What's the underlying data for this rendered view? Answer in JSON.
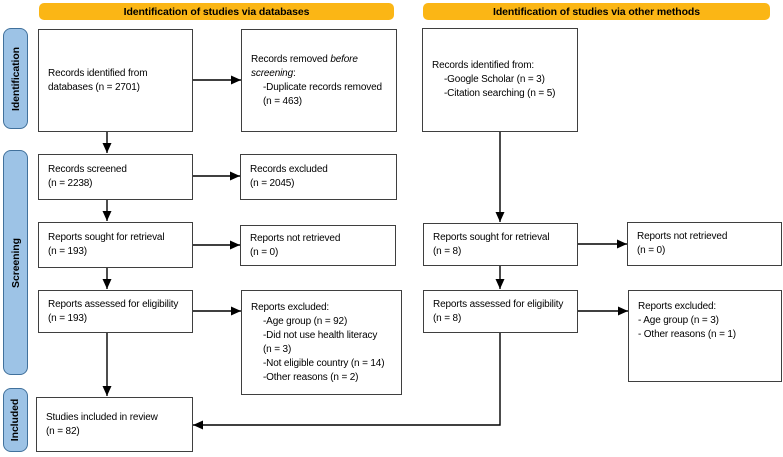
{
  "headers": {
    "databases": "Identification of studies via databases",
    "other_methods": "Identification of studies via other methods"
  },
  "stages": {
    "identification": "Identification",
    "screening": "Screening",
    "included": "Included"
  },
  "colors": {
    "header_bg": "#FBB615",
    "stage_fill": "#9DC3E6",
    "stage_border": "#41719C",
    "box_border": "#3F3F3F",
    "arrow": "#000000",
    "text": "#000000",
    "background": "#FFFFFF"
  },
  "boxes": {
    "records_identified_databases": {
      "lines": [
        "Records identified from",
        "databases (n = 2701)"
      ]
    },
    "records_removed_before_screening": {
      "line1_regular": "Records removed ",
      "line1_italic": "before",
      "line2_italic": "screening",
      "line2_regular": ":",
      "detail_lines": [
        "-Duplicate records removed",
        "(n = 463)"
      ]
    },
    "records_screened": {
      "lines": [
        "Records screened",
        "(n = 2238)"
      ]
    },
    "records_excluded": {
      "lines": [
        "Records excluded",
        "(n = 2045)"
      ]
    },
    "reports_sought_databases": {
      "lines": [
        "Reports sought for retrieval",
        "(n = 193)"
      ]
    },
    "reports_not_retrieved_databases": {
      "lines": [
        "Reports not retrieved",
        "(n = 0)"
      ]
    },
    "reports_assessed_databases": {
      "lines": [
        "Reports assessed for eligibility",
        "(n = 193)"
      ]
    },
    "reports_excluded_databases": {
      "heading": "Reports excluded:",
      "detail_lines": [
        "-Age group (n = 92)",
        "-Did not use health literacy",
        "(n = 3)",
        "-Not eligible country (n = 14)",
        "-Other reasons (n = 2)"
      ]
    },
    "studies_included": {
      "lines": [
        "Studies included in review",
        "(n = 82)"
      ]
    },
    "records_identified_other": {
      "heading": "Records identified from:",
      "detail_lines": [
        "-Google Scholar (n = 3)",
        "-Citation searching (n = 5)"
      ]
    },
    "reports_sought_other": {
      "lines": [
        "Reports sought for retrieval",
        "(n = 8)"
      ]
    },
    "reports_not_retrieved_other": {
      "lines": [
        "Reports not retrieved",
        "(n = 0)"
      ]
    },
    "reports_assessed_other": {
      "lines": [
        "Reports assessed for eligibility",
        "(n = 8)"
      ]
    },
    "reports_excluded_other": {
      "heading": "Reports excluded:",
      "detail_lines": [
        "- Age group (n = 3)",
        "- Other reasons (n = 1)"
      ]
    }
  }
}
